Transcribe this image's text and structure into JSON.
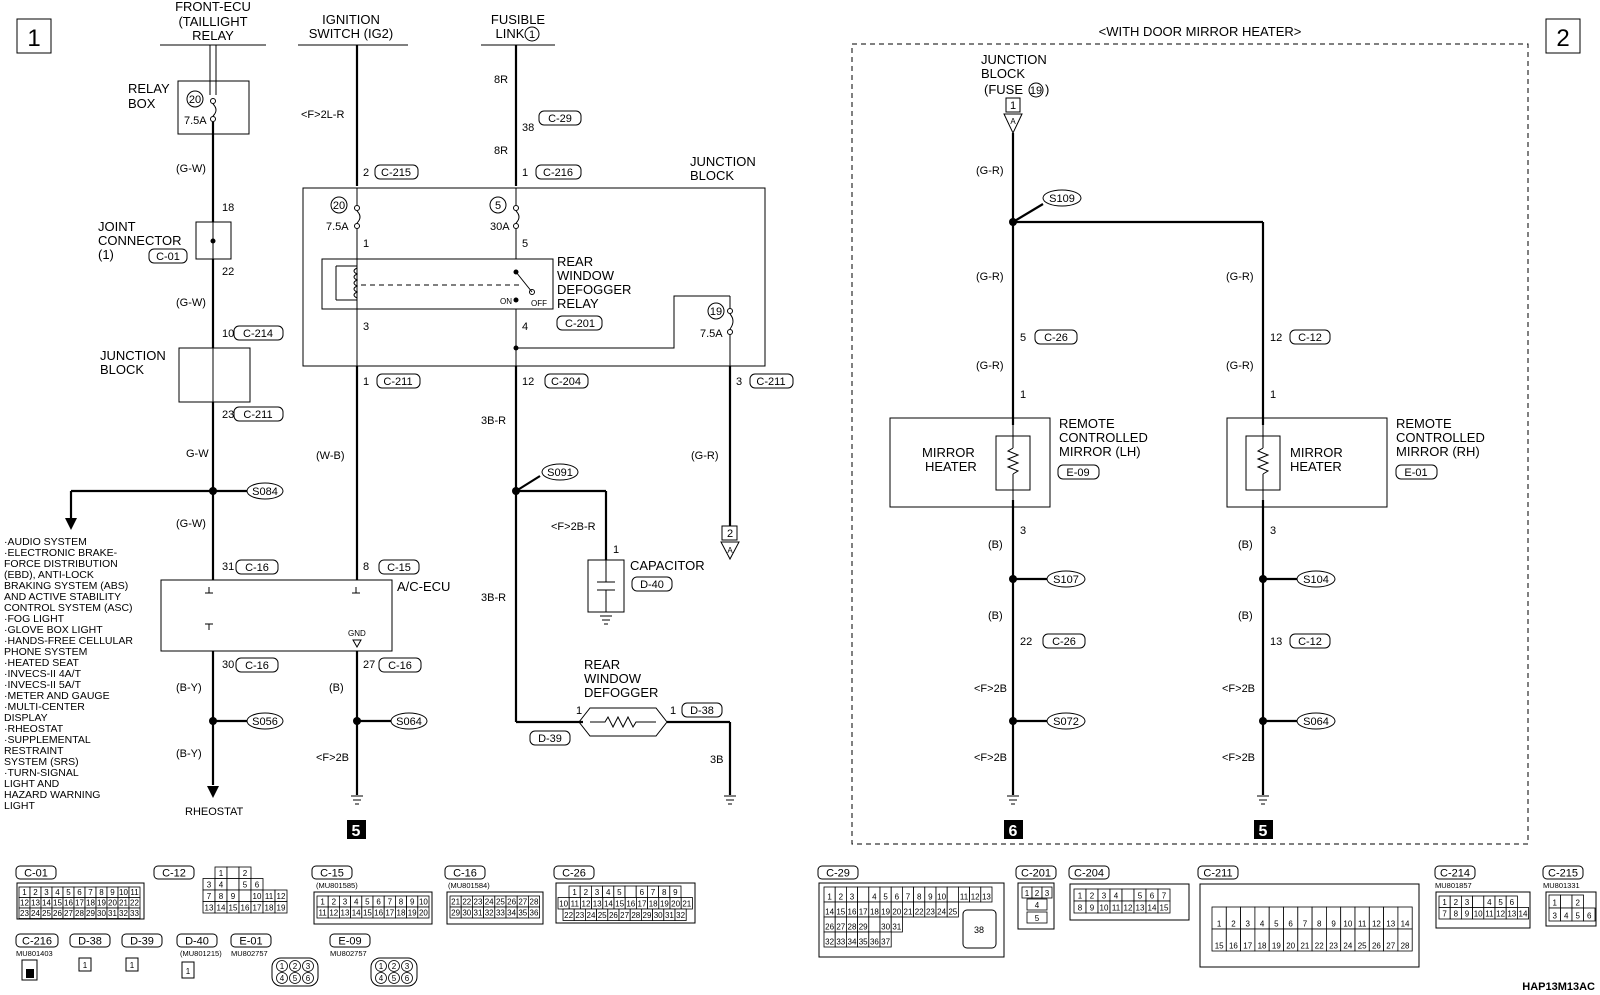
{
  "sheet_markers": {
    "left": "1",
    "right": "2"
  },
  "heater_option": "<WITH DOOR MIRROR HEATER>",
  "diagram_code": "HAP13M13AC",
  "sources": {
    "front_ecu": [
      "FRONT-ECU",
      "(TAILLIGHT",
      "RELAY"
    ],
    "ignition": [
      "IGNITION",
      "SWITCH (IG2)"
    ],
    "fusible": [
      "FUSIBLE",
      "LINK"
    ],
    "fusible_num": "1"
  },
  "relay_box": {
    "label": [
      "RELAY",
      "BOX"
    ],
    "fuse_no": "20",
    "fuse_rating": "7.5A"
  },
  "joint_connector": {
    "label": [
      "JOINT",
      "CONNECTOR",
      "(1)"
    ],
    "conn": "C-01",
    "pin_top": "18",
    "pin_bottom": "22"
  },
  "junction_block_small": {
    "label": [
      "JUNCTION",
      "BLOCK"
    ],
    "pin_top": "10",
    "conn_top": "C-214",
    "pin_bottom": "23",
    "conn_bottom": "C-211"
  },
  "junction_block_main": {
    "label": [
      "JUNCTION",
      "BLOCK"
    ],
    "fuse20": {
      "no": "20",
      "rating": "7.5A"
    },
    "fuse5": {
      "no": "5",
      "rating": "30A"
    },
    "fuse19": {
      "no": "19",
      "rating": "7.5A"
    },
    "relay_label": [
      "REAR",
      "WINDOW",
      "DEFOGGER",
      "RELAY"
    ],
    "relay_conn": "C-201",
    "on": "ON",
    "off": "OFF",
    "pins": {
      "p1": "1",
      "p3": "3",
      "p5": "5",
      "p4": "4"
    }
  },
  "wires": {
    "gw1": "(G-W)",
    "gw2": "(G-W)",
    "gw3": "G-W",
    "gw4": "(G-W)",
    "by1": "(B-Y)",
    "by2": "(B-Y)",
    "f2lr": "<F>2L-R",
    "wb": "(W-B)",
    "b1": "(B)",
    "f2b1": "<F>2B",
    "r8a": "8R",
    "r8b": "8R",
    "r3b1": "3B-R",
    "f2br": "<F>2B-R",
    "r3b2": "3B-R",
    "b3": "3B",
    "gr1": "(G-R)"
  },
  "connectors": {
    "c215_pin": "2",
    "c215": "C-215",
    "c29_pin": "38",
    "c29": "C-29",
    "c216_pin": "1",
    "c216": "C-216",
    "c211a_pin": "1",
    "c211a": "C-211",
    "c204_pin": "12",
    "c204": "C-204",
    "c211b_pin": "3",
    "c211b": "C-211",
    "c16a_pin": "31",
    "c16a": "C-16",
    "c15_pin": "8",
    "c15": "C-15",
    "c16b_pin": "30",
    "c16b": "C-16",
    "c16c_pin": "27",
    "c16c": "C-16",
    "d40": "D-40",
    "d39": "D-39",
    "d38": "D-38"
  },
  "splices": {
    "s084": "S084",
    "s056": "S056",
    "s064": "S064",
    "s091": "S091"
  },
  "ac_ecu": {
    "label": "A/C-ECU",
    "gnd": "GND"
  },
  "capacitor": {
    "label": "CAPACITOR",
    "pin": "1"
  },
  "defogger": {
    "label": [
      "REAR",
      "WINDOW",
      "DEFOGGER"
    ],
    "pin_left": "1",
    "pin_right": "1"
  },
  "off_page": {
    "to2": "2",
    "to2_letter": "A"
  },
  "ground_tags": {
    "g5a": "5",
    "g5b": "5",
    "g6": "6"
  },
  "rheostat": "RHEOSTAT",
  "systems": [
    "·AUDIO SYSTEM",
    "·ELECTRONIC BRAKE-",
    "  FORCE DISTRIBUTION",
    "  (EBD), ANTI-LOCK",
    "  BRAKING SYSTEM (ABS)",
    "  AND ACTIVE STABILITY",
    "  CONTROL SYSTEM (ASC)",
    "·FOG LIGHT",
    "·GLOVE BOX LIGHT",
    "·HANDS-FREE CELLULAR",
    "  PHONE SYSTEM",
    "·HEATED SEAT",
    "·INVECS-II 4A/T",
    "·INVECS-II 5A/T",
    "·METER AND GAUGE",
    "·MULTI-CENTER",
    "  DISPLAY",
    "·RHEOSTAT",
    "·SUPPLEMENTAL",
    "  RESTRAINT",
    "  SYSTEM (SRS)",
    "·TURN-SIGNAL",
    "  LIGHT AND",
    "  HAZARD WARNING",
    "  LIGHT"
  ],
  "right": {
    "jb_label": [
      "JUNCTION",
      "BLOCK",
      "(FUSE"
    ],
    "fuse_no": "19",
    "jb_pin": "1",
    "jb_letter": "A",
    "s109": "S109",
    "gr_a": "(G-R)",
    "gr_b": "(G-R)",
    "gr_c": "(G-R)",
    "gr_d": "(G-R)",
    "gr_e": "(G-R)",
    "lh": {
      "pin5": "5",
      "conn5": "C-26",
      "pin1": "1",
      "heater": [
        "MIRROR",
        "HEATER"
      ],
      "mirror": [
        "REMOTE",
        "CONTROLLED",
        "MIRROR (LH)"
      ],
      "conn": "E-09",
      "pin3": "3",
      "b1": "(B)",
      "s": "S107",
      "b2": "(B)",
      "pin22": "22",
      "conn22": "C-26",
      "f1": "<F>2B",
      "s2": "S072",
      "f2": "<F>2B"
    },
    "rh": {
      "pin12": "12",
      "conn12": "C-12",
      "pin1": "1",
      "heater": [
        "MIRROR",
        "HEATER"
      ],
      "mirror": [
        "REMOTE",
        "CONTROLLED",
        "MIRROR (RH)"
      ],
      "conn": "E-01",
      "pin3": "3",
      "b1": "(B)",
      "s": "S104",
      "b2": "(B)",
      "pin13": "13",
      "conn13": "C-12",
      "f1": "<F>2B",
      "s2": "S064",
      "f2": "<F>2B"
    }
  },
  "connector_table": {
    "c01": {
      "id": "C-01",
      "rows": [
        [
          "1",
          "2",
          "3",
          "4",
          "5",
          "6",
          "7",
          "8",
          "9",
          "10",
          "11"
        ],
        [
          "12",
          "13",
          "14",
          "15",
          "16",
          "17",
          "18",
          "19",
          "20",
          "21",
          "22"
        ],
        [
          "23",
          "24",
          "25",
          "26",
          "27",
          "28",
          "29",
          "30",
          "31",
          "32",
          "33"
        ]
      ]
    },
    "c12": {
      "id": "C-12",
      "rows": [
        [
          "1",
          "",
          "2"
        ],
        [
          "3",
          "4",
          "",
          "5",
          "6"
        ],
        [
          "7",
          "8",
          "9",
          "",
          "10",
          "11",
          "12"
        ],
        [
          "13",
          "14",
          "15",
          "16",
          "17",
          "18",
          "19"
        ]
      ]
    },
    "c15": {
      "id": "C-15",
      "part": "(MU801585)",
      "rows": [
        [
          "1",
          "2",
          "3",
          "4",
          "5",
          "6",
          "7",
          "8",
          "9",
          "10"
        ],
        [
          "11",
          "12",
          "13",
          "14",
          "15",
          "16",
          "17",
          "18",
          "19",
          "20"
        ]
      ]
    },
    "c16": {
      "id": "C-16",
      "part": "(MU801584)",
      "rows": [
        [
          "21",
          "22",
          "23",
          "24",
          "25",
          "26",
          "27",
          "28"
        ],
        [
          "29",
          "30",
          "31",
          "32",
          "33",
          "34",
          "35",
          "36"
        ]
      ]
    },
    "c26": {
      "id": "C-26",
      "rows": [
        [
          "1",
          "2",
          "3",
          "4",
          "5",
          "",
          "6",
          "7",
          "8",
          "9"
        ],
        [
          "10",
          "11",
          "12",
          "13",
          "14",
          "15",
          "16",
          "17",
          "18",
          "19",
          "20",
          "21"
        ],
        [
          "22",
          "23",
          "24",
          "25",
          "26",
          "27",
          "28",
          "29",
          "30",
          "31",
          "32"
        ]
      ]
    },
    "c216": {
      "id": "C-216",
      "part": "MU801403"
    },
    "d38": {
      "id": "D-38",
      "pin": "1"
    },
    "d39": {
      "id": "D-39",
      "pin": "1"
    },
    "d40": {
      "id": "D-40",
      "part": "(MU801215)",
      "pin": "1"
    },
    "e01": {
      "id": "E-01",
      "part": "MU802757",
      "pins": [
        "1",
        "2",
        "3",
        "4",
        "5",
        "6"
      ]
    },
    "e09": {
      "id": "E-09",
      "part": "MU802757",
      "pins": [
        "1",
        "2",
        "3",
        "4",
        "5",
        "6"
      ]
    },
    "c29": {
      "id": "C-29",
      "rows": [
        [
          "1",
          "2",
          "3",
          "",
          "4",
          "5",
          "6",
          "7",
          "8",
          "9",
          "10",
          "",
          "11",
          "12",
          "13"
        ],
        [
          "14",
          "15",
          "16",
          "17",
          "18",
          "19",
          "20",
          "21",
          "22",
          "23",
          "24",
          "25"
        ],
        [
          "26",
          "27",
          "28",
          "29",
          "",
          "30",
          "31"
        ],
        [
          "32",
          "33",
          "34",
          "35",
          "36",
          "37"
        ]
      ],
      "big": "38"
    },
    "c201": {
      "id": "C-201",
      "pins": [
        "1",
        "2",
        "3",
        "4",
        "5"
      ]
    },
    "c204": {
      "id": "C-204",
      "rows": [
        [
          "1",
          "2",
          "3",
          "4",
          "",
          "5",
          "6",
          "7"
        ],
        [
          "8",
          "9",
          "10",
          "11",
          "12",
          "13",
          "14",
          "15"
        ]
      ]
    },
    "c211": {
      "id": "C-211",
      "rows": [
        [
          "1",
          "2",
          "3",
          "4",
          "5",
          "6",
          "7",
          "8",
          "9",
          "10",
          "11",
          "12",
          "13",
          "14"
        ],
        [
          "15",
          "16",
          "17",
          "18",
          "19",
          "20",
          "21",
          "22",
          "23",
          "24",
          "25",
          "26",
          "27",
          "28"
        ]
      ]
    },
    "c214": {
      "id": "C-214",
      "part": "MU801857",
      "rows": [
        [
          "1",
          "2",
          "3",
          "",
          "4",
          "5",
          "6"
        ],
        [
          "7",
          "8",
          "9",
          "10",
          "11",
          "12",
          "13",
          "14"
        ]
      ]
    },
    "c215": {
      "id": "C-215",
      "part": "MU801331",
      "rows": [
        [
          "1",
          "",
          "2"
        ],
        [
          "3",
          "4",
          "5",
          "6"
        ]
      ]
    }
  }
}
